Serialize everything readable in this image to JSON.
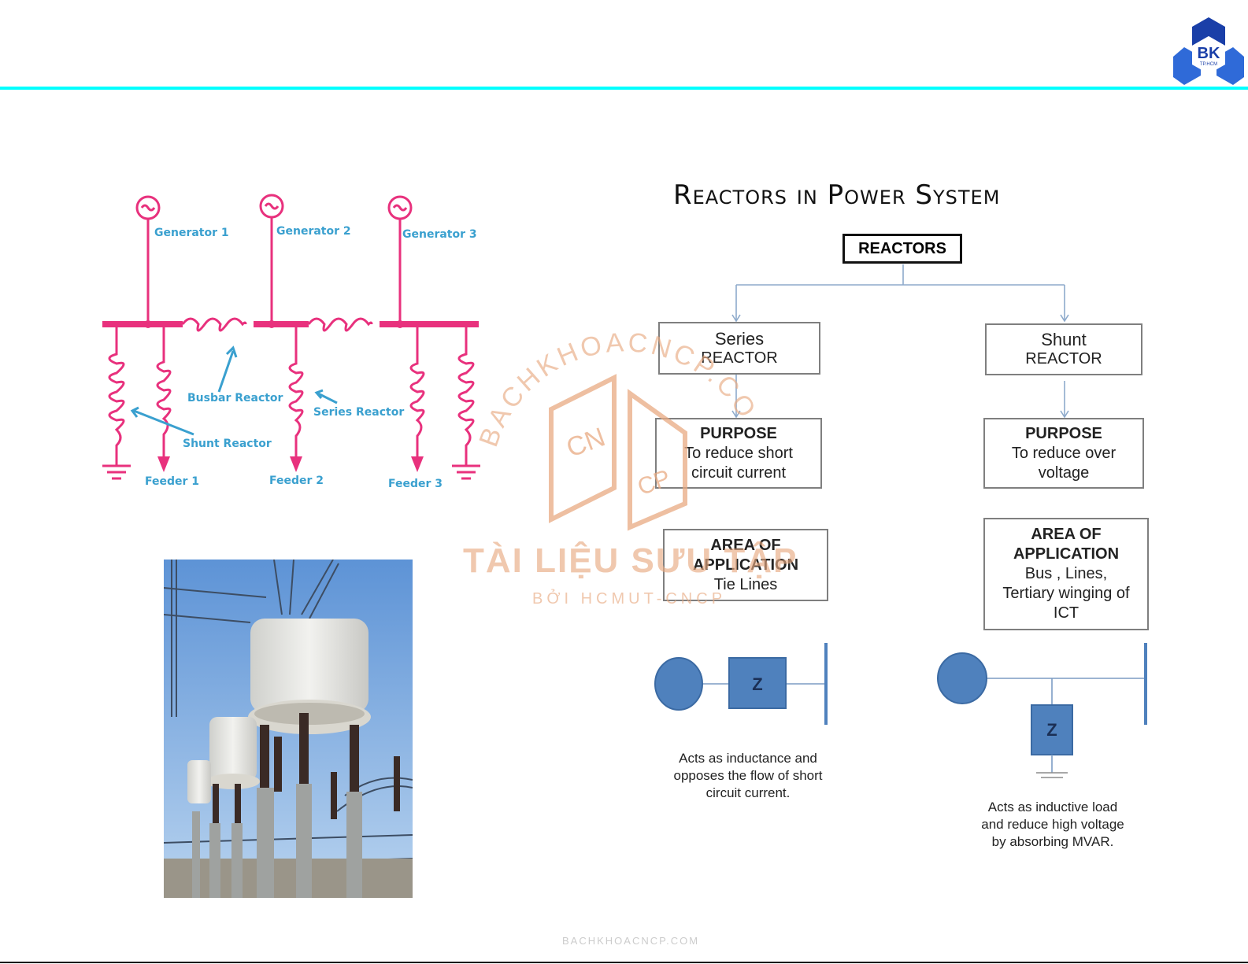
{
  "logo": {
    "text": "BK",
    "subtext": "TP.HCM"
  },
  "title": "Reactors in Power System",
  "circuit": {
    "generators": [
      "Generator 1",
      "Generator 2",
      "Generator 3"
    ],
    "feeders": [
      "Feeder 1",
      "Feeder 2",
      "Feeder 3"
    ],
    "labels": {
      "busbar": "Busbar Reactor",
      "series": "Series Reactor",
      "shunt": "Shunt Reactor"
    },
    "generator_symbol": "~"
  },
  "chart": {
    "root": "REACTORS",
    "series": {
      "heading_line1": "Series",
      "heading_line2": "REACTOR",
      "purpose_title": "PURPOSE",
      "purpose_line1": "To reduce short",
      "purpose_line2": "circuit current",
      "area_title_line1": "AREA OF",
      "area_title_line2": "APPLICATION",
      "area_line1": "Tie Lines",
      "z_label": "Z",
      "caption_line1": "Acts as inductance and",
      "caption_line2": "opposes the  flow of short",
      "caption_line3": "circuit current."
    },
    "shunt": {
      "heading_line1": "Shunt",
      "heading_line2": "REACTOR",
      "purpose_title": "PURPOSE",
      "purpose_line1": "To reduce over",
      "purpose_line2": "voltage",
      "area_title_line1": "AREA OF",
      "area_title_line2": "APPLICATION",
      "area_line1": "Bus , Lines,",
      "area_line2": "Tertiary winging of",
      "area_line3": "ICT",
      "z_label": "Z",
      "caption_line1": "Acts as inductive load",
      "caption_line2": "and reduce high voltage",
      "caption_line3": "by absorbing MVAR."
    }
  },
  "watermark": {
    "arc_text": "BACHKHOACNCP.COM",
    "logo_text1": "CN",
    "logo_text2": "CP",
    "big_text": "TÀI LIỆU SƯU TẬP",
    "small_text": "BỞI HCMUT-CNCP",
    "footer": "BACHKHOACNCP.COM"
  },
  "colors": {
    "accent_line": "#00ffff",
    "circuit": "#e8317d",
    "circuit_label": "#3aa0cf",
    "block": "#4f81bd"
  }
}
